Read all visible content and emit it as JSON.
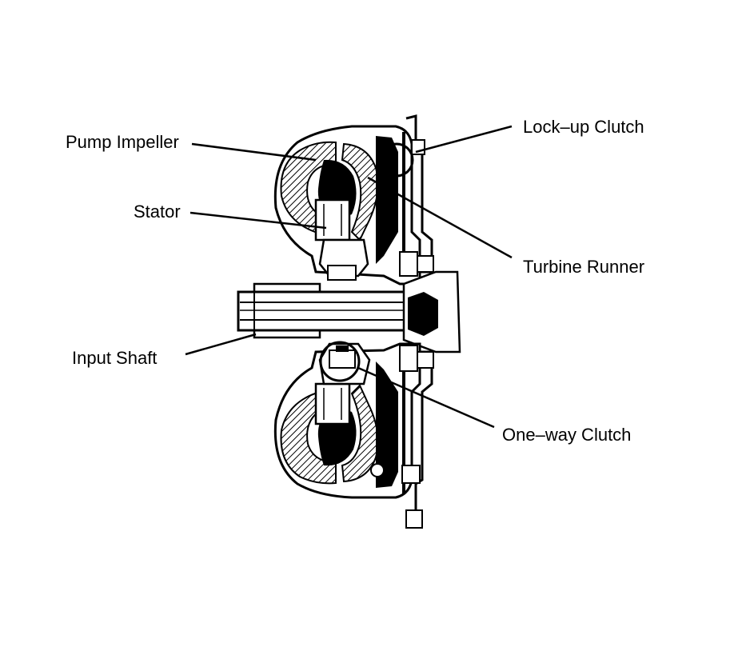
{
  "labels": {
    "pump_impeller": "Pump Impeller",
    "stator": "Stator",
    "input_shaft": "Input Shaft",
    "lockup_clutch": "Lock–up Clutch",
    "turbine_runner": "Turbine Runner",
    "oneway_clutch": "One–way Clutch"
  },
  "colors": {
    "ink": "#000000",
    "paper": "#ffffff",
    "hatch": "#000000"
  }
}
